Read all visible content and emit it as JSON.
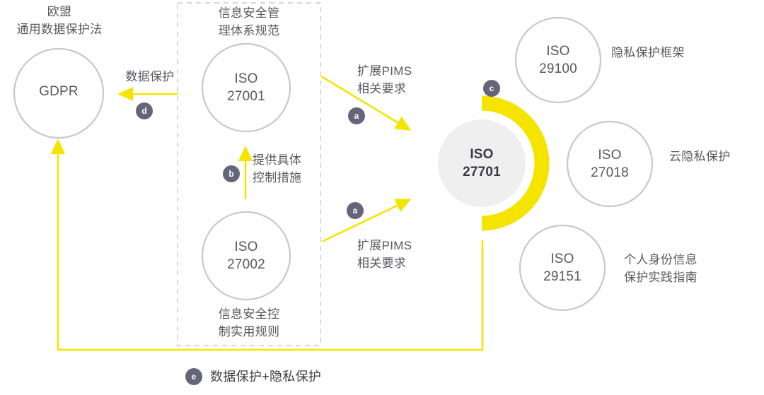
{
  "diagram": {
    "title_hidden": "",
    "colors": {
      "accent_yellow": "#f5e400",
      "circle_stroke": "#c8c8cd",
      "center_fill": "#efefef",
      "badge_fill": "#65657a",
      "text_gray": "#58585f",
      "dash_stroke": "#c9c9cf"
    }
  },
  "gdpr": {
    "caption": "欧盟\n通用数据保护法",
    "node_label": "GDPR"
  },
  "iso_group": {
    "iso27001": {
      "caption_top": "信息安全管\n理体系规范",
      "label_line1": "ISO",
      "label_line2": "27001"
    },
    "iso27002": {
      "caption_bottom": "信息安全控\n制实用规则",
      "label_line1": "ISO",
      "label_line2": "27002"
    }
  },
  "center": {
    "label_line1": "ISO",
    "label_line2": "27701"
  },
  "right_nodes": [
    {
      "label_line1": "ISO",
      "label_line2": "29100",
      "caption": "隐私保护框架"
    },
    {
      "label_line1": "ISO",
      "label_line2": "27018",
      "caption": "云隐私保护"
    },
    {
      "label_line1": "ISO",
      "label_line2": "29151",
      "caption": "个人身份信息\n保护实践指南"
    }
  ],
  "relations": {
    "a_upper": {
      "badge": "a",
      "label": "扩展PIMS\n相关要求"
    },
    "a_lower": {
      "badge": "a",
      "label": "扩展PIMS\n相关要求"
    },
    "b": {
      "badge": "b",
      "label": "提供具体\n控制措施"
    },
    "c": {
      "badge": "c",
      "label": ""
    },
    "d": {
      "badge": "d",
      "label": "数据保护"
    },
    "e": {
      "badge": "e",
      "label": "数据保护+隐私保护"
    }
  }
}
